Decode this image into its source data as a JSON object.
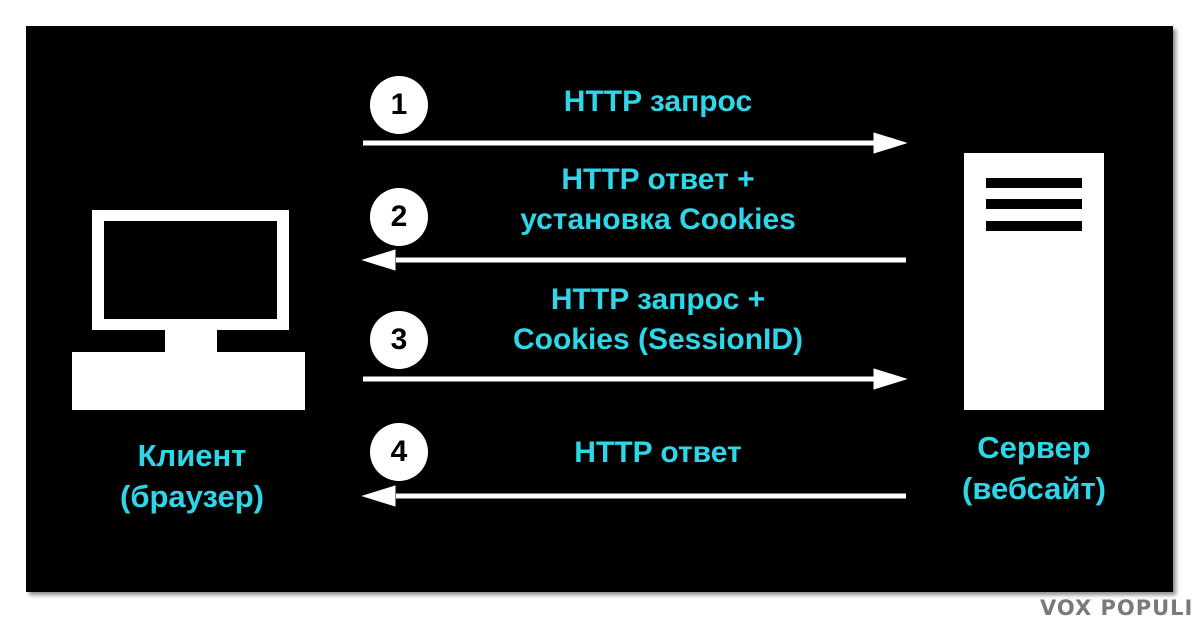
{
  "client": {
    "line1": "Клиент",
    "line2": "(браузер)"
  },
  "server": {
    "line1": "Сервер",
    "line2": "(вебсайт)"
  },
  "steps": [
    {
      "number": "1",
      "label": "HTTP запрос",
      "direction": "to-server"
    },
    {
      "number": "2",
      "label": "HTTP ответ +\nустановка Cookies",
      "direction": "to-client"
    },
    {
      "number": "3",
      "label": "HTTP запрос +\nCookies (SessionID)",
      "direction": "to-server"
    },
    {
      "number": "4",
      "label": "HTTP ответ",
      "direction": "to-client"
    }
  ],
  "watermark": "VOX POPULI",
  "colors": {
    "background": "#000000",
    "label": "#2ed6e8",
    "shapes": "#ffffff"
  }
}
